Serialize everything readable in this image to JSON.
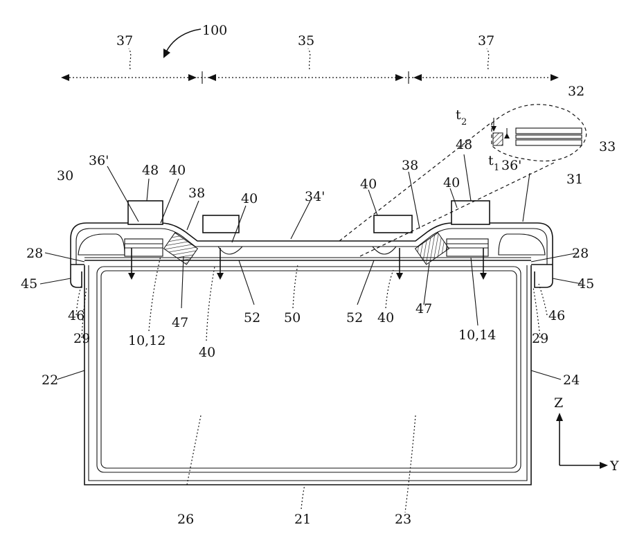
{
  "figure": {
    "refs": {
      "r100": "100",
      "r37a": "37",
      "r35": "35",
      "r37b": "37",
      "r32": "32",
      "r33": "33",
      "r31": "31",
      "r36b": "36'",
      "r48a": "48",
      "r40a": "40",
      "r38a": "38",
      "r30": "30",
      "r36a": "36'",
      "r40b": "40",
      "r34": "34'",
      "r40c": "40",
      "r38b": "38",
      "r48b": "48",
      "r40d": "40",
      "r28a": "28",
      "r28b": "28",
      "r45a": "45",
      "r45b": "45",
      "r46a": "46",
      "r46b": "46",
      "r29a": "29",
      "r29b": "29",
      "r1012": "10,12",
      "r47a": "47",
      "r52a": "52",
      "r50": "50",
      "r52b": "52",
      "r40e": "40",
      "r47b": "47",
      "r1014": "10,14",
      "r40f": "40",
      "r22": "22",
      "r24": "24",
      "r26": "26",
      "r21": "21",
      "r23": "23",
      "t2": "t",
      "t2sub": "2",
      "t1": "t",
      "t1sub": "1",
      "axisZ": "Z",
      "axisY": "Y"
    }
  }
}
